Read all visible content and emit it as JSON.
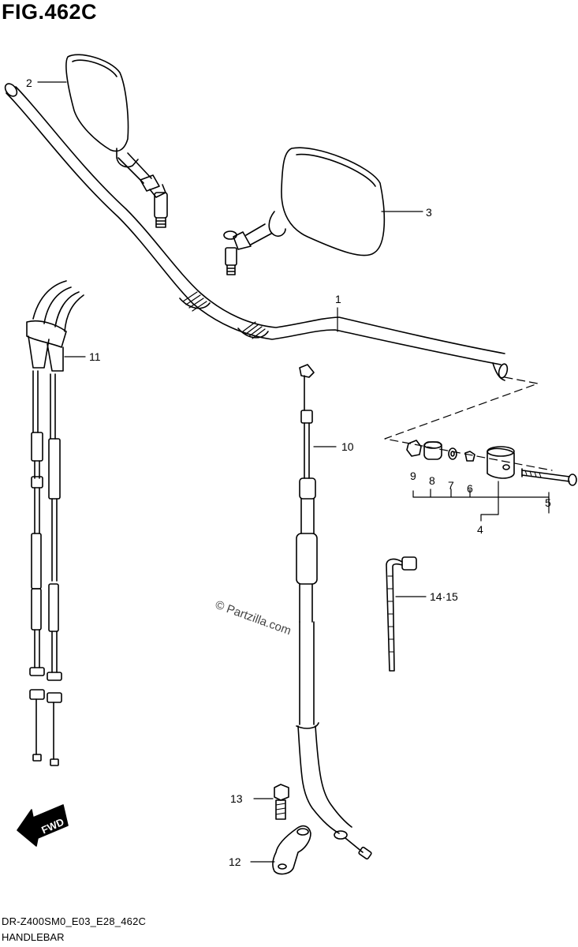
{
  "figure": {
    "title": "FIG.462C",
    "code": "DR-Z400SM0_E03_E28_462C",
    "name": "HANDLEBAR"
  },
  "watermark": "© Partzilla.com",
  "fwd_label": "FWD",
  "callouts": [
    "1",
    "2",
    "3",
    "4",
    "5",
    "6",
    "7",
    "8",
    "9",
    "10",
    "11",
    "12",
    "13",
    "14·15"
  ]
}
